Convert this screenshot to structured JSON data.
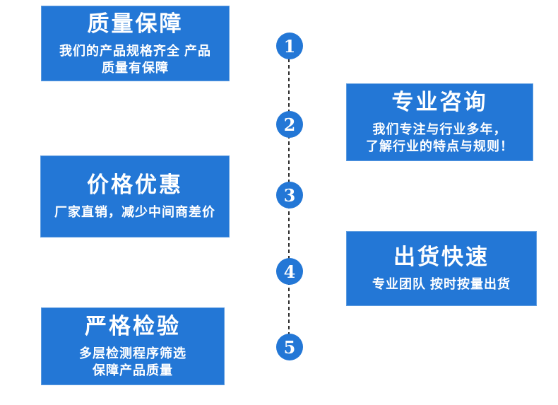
{
  "colors": {
    "box_blue": "#2377d6",
    "box_border": "#5e9ce0",
    "text_white": "#ffffff",
    "line_dark": "#2b2b2b"
  },
  "features": [
    {
      "number": "1",
      "title": "质量保障",
      "body": "我们的产品规格齐全  产品\n质量有保障",
      "side": "left"
    },
    {
      "number": "2",
      "title": "专业咨询",
      "body": "我们专注与行业多年，\n了解行业的特点与规则！",
      "side": "right"
    },
    {
      "number": "3",
      "title": "价格优惠",
      "body": "厂家直销，减少中间商差价",
      "side": "left"
    },
    {
      "number": "4",
      "title": "出货快速",
      "body": "专业团队  按时按量出货",
      "side": "right"
    },
    {
      "number": "5",
      "title": "严格检验",
      "body": "多层检测程序筛选\n保障产品质量",
      "side": "left"
    }
  ]
}
